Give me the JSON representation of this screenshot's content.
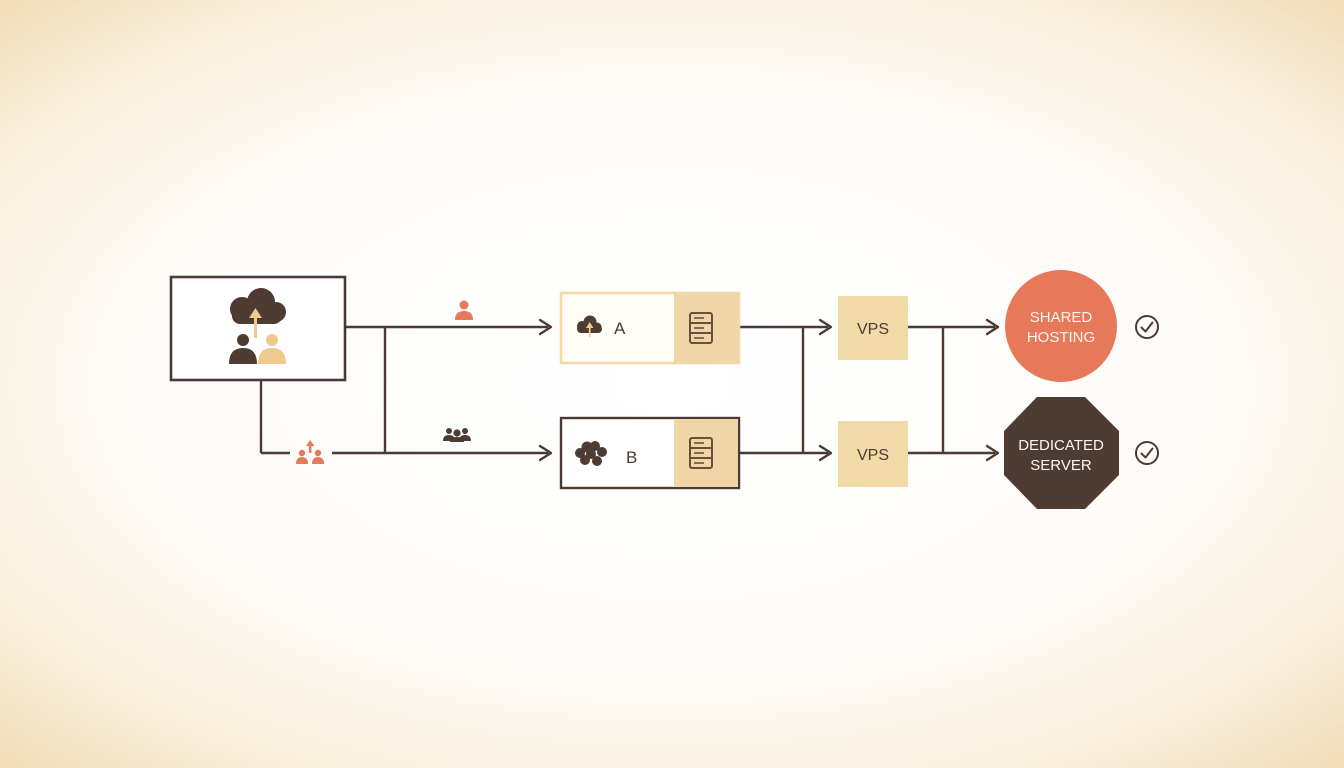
{
  "colors": {
    "ink": "#4e3b32",
    "accent": "#e8785a",
    "sand": "#f2d9a8",
    "background": "#fdfaf4"
  },
  "icons": {
    "source": "cloud-upload-users-icon",
    "single_user": "user-icon",
    "user_group": "user-group-icon",
    "user_group_upload": "user-group-upload-icon",
    "cloud_a": "cloud-upload-icon",
    "cloud_b": "cloud-cluster-icon",
    "server": "server-icon",
    "check": "check-circle-icon"
  },
  "plan_a": {
    "label": "A"
  },
  "plan_b": {
    "label": "B"
  },
  "vps_top": {
    "label": "VPS"
  },
  "vps_bottom": {
    "label": "VPS"
  },
  "shared_hosting": {
    "line1": "SHARED",
    "line2": "HOSTING"
  },
  "dedicated_server": {
    "line1": "DEDICATED",
    "line2": "SERVER"
  }
}
